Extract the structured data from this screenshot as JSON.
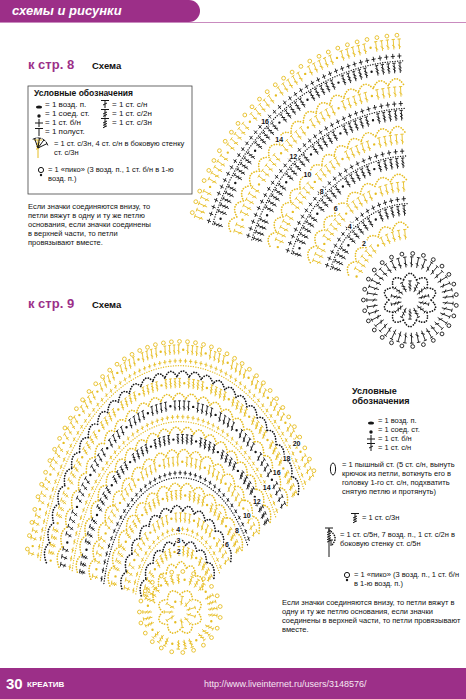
{
  "diagram": {
    "nodes": [
      {
        "text": [
          "схемы и рисунки"
        ]
      },
      {
        "text": [
          "30",
          "КРЕАТИВ"
        ]
      }
    ],
    "labels": [
      "к стр. 8",
      "Схема",
      "Условные обозначения",
      "Если значки соединяются внизу, то петли вяжут в одну и ту же петлю основания, если значки соединены в верхней части, то петли провязывают вместе.",
      "2",
      "4",
      "6",
      "8",
      "10",
      "12",
      "14",
      "16",
      "к стр. 9",
      "Схема",
      "2",
      "3",
      "4",
      "6",
      "8",
      "10",
      "12",
      "14",
      "16",
      "18",
      "20",
      "Условные обозначения",
      "Если значки соединяются внизу, то петли вяжут в одну и ту же петлю основания, если значки соединены в верхней части, то петли провязывают вместе.",
      "http://www.liveinternet.ru/users/3148576/"
    ],
    "legend": [
      {
        "text": "= 1 возд. п."
      },
      {
        "text": "= 1 соед. ст."
      },
      {
        "text": "= 1 ст. б/н"
      },
      {
        "text": "= 1 полуст."
      },
      {
        "text": "= 1 ст. с/н"
      },
      {
        "text": "= 1 ст. с/2н"
      },
      {
        "text": "= 1 ст. с/3н"
      },
      {
        "text": "= 1 ст. с/3н, 4 ст. с/н в боковую стенку ст. с/3н"
      },
      {
        "text": "= 1 «пико» (3 возд. п., 1 ст. б/н в 1-ю возд. п.)"
      },
      {
        "text": "= 1 возд. п."
      },
      {
        "text": "= 1 соед. ст."
      },
      {
        "text": "= 1 ст. б/н"
      },
      {
        "text": "= 1 ст. с/н"
      },
      {
        "text": "= 1 пышный ст. (5 ст. с/н, вынуть крючок из петли, воткнуть его в головку 1-го ст. с/н, подхватить снятую петлю и протянуть)"
      },
      {
        "text": "= 1 ст. с/3н"
      },
      {
        "text": "= 1 ст. с/5н, 7 возд. п., 1 ст. с/2н в боковую стенку ст. с/5н"
      },
      {
        "text": "= 1 «пико» (3 возд. п., 1 ст. б/н в 1-ю возд. п.)"
      }
    ]
  }
}
